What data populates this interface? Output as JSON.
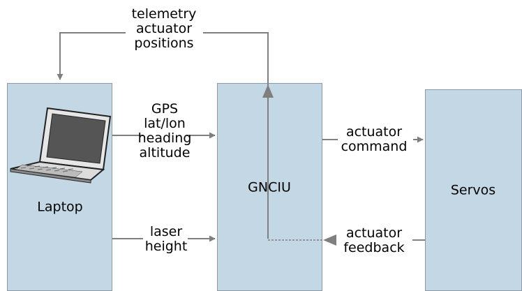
{
  "colors": {
    "block_fill": "#c4d7e5",
    "block_border": "#8c9aa6",
    "arrow": "#7f7f7f"
  },
  "blocks": {
    "laptop": {
      "label": "Laptop",
      "icon": "laptop-icon"
    },
    "gnciu": {
      "label": "GNCIU"
    },
    "servos": {
      "label": "Servos"
    }
  },
  "signals": {
    "telemetry": [
      "telemetry",
      "actuator",
      "positions"
    ],
    "gps": [
      "GPS",
      "lat/lon",
      "heading",
      "altitude"
    ],
    "laser": [
      "laser",
      "height"
    ],
    "actuator_command": [
      "actuator",
      "command"
    ],
    "actuator_feedback": [
      "actuator",
      "feedback"
    ]
  }
}
